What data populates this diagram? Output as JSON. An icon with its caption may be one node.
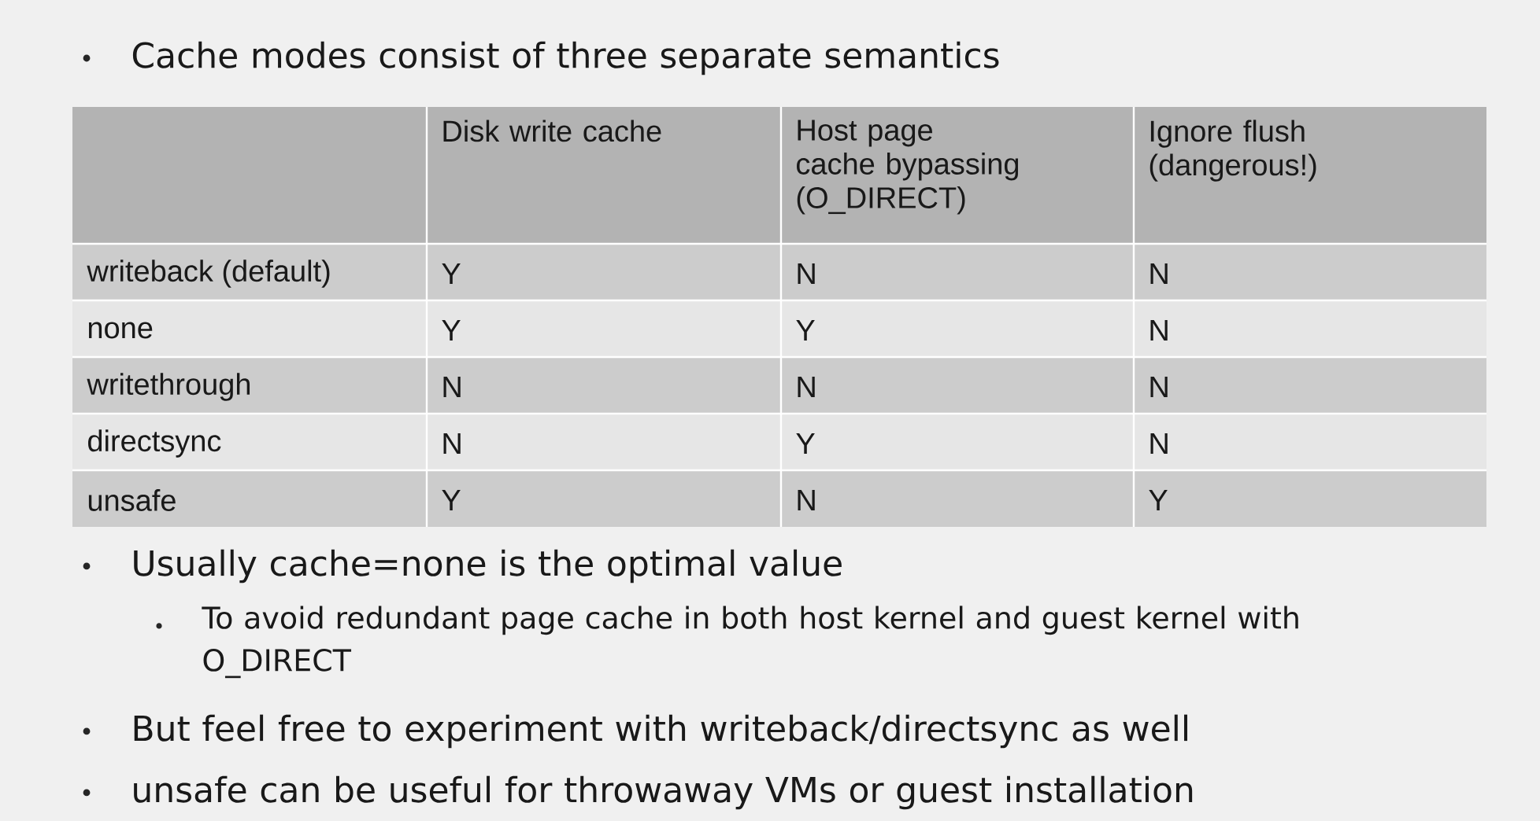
{
  "diagram": {
    "labels": [
      "Cache modes consist of three separate semantics",
      "Disk write cache",
      "Host page cache bypassing (O_DIRECT)",
      "Ignore flush (dangerous!)",
      "writeback (default)",
      "Y",
      "N",
      "N",
      "none",
      "Y",
      "Y",
      "N",
      "writethrough",
      "N",
      "N",
      "N",
      "directsync",
      "N",
      "Y",
      "N",
      "unsafe",
      "Y",
      "N",
      "Y",
      "Usually cache=none is the optimal value",
      "To avoid redundant page cache in both host kernel and guest kernel with O_DIRECT",
      "But feel free to experiment with writeback/directsync as well",
      "unsafe can be useful for throwaway VMs or guest installation"
    ]
  }
}
